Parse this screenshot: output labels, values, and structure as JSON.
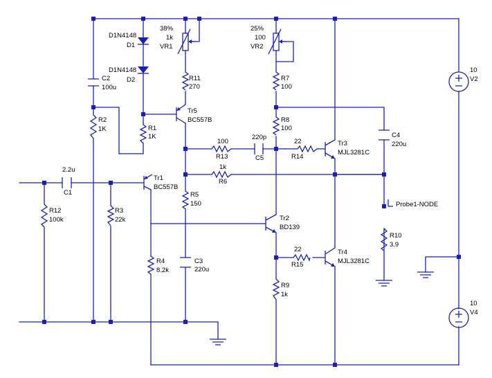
{
  "components": {
    "D1": {
      "model": "D1N4148",
      "ref": "D1"
    },
    "D2": {
      "model": "D1N4148",
      "ref": "D2"
    },
    "VR1": {
      "setting": "38%",
      "value": "1k",
      "ref": "VR1"
    },
    "VR2": {
      "setting": "25%",
      "value": "100",
      "ref": "VR2"
    },
    "C2": {
      "ref": "C2",
      "value": "100u"
    },
    "R2": {
      "ref": "R2",
      "value": "1K"
    },
    "R1": {
      "ref": "R1",
      "value": "1K"
    },
    "R11": {
      "ref": "R11",
      "value": "270"
    },
    "Tr5": {
      "ref": "Tr5",
      "model": "BC557B"
    },
    "R7": {
      "ref": "R7",
      "value": "100"
    },
    "R8": {
      "ref": "R8",
      "value": "100"
    },
    "R13": {
      "ref": "R13",
      "value": "100"
    },
    "C5": {
      "ref": "C5",
      "value": "220p"
    },
    "R14": {
      "ref": "R14",
      "value": "22"
    },
    "Tr3": {
      "ref": "Tr3",
      "model": "MJL3281C"
    },
    "C4": {
      "ref": "C4",
      "value": "220u"
    },
    "V2": {
      "ref": "V2",
      "value": "10"
    },
    "C1": {
      "ref": "C1",
      "value": "2.2u"
    },
    "R6": {
      "ref": "R6",
      "value": "1k"
    },
    "Tr1": {
      "ref": "Tr1",
      "model": "BC557B"
    },
    "R5": {
      "ref": "R5",
      "value": "150"
    },
    "R12": {
      "ref": "R12",
      "value": "100k"
    },
    "R3": {
      "ref": "R3",
      "value": "22k"
    },
    "Tr2": {
      "ref": "Tr2",
      "model": "BD139"
    },
    "Probe": {
      "label": "Probe1-NODE"
    },
    "R10": {
      "ref": "R10",
      "value": "3.9"
    },
    "R4": {
      "ref": "R4",
      "value": "8.2k"
    },
    "C3": {
      "ref": "C3",
      "value": "220u"
    },
    "R15": {
      "ref": "R15",
      "value": "22"
    },
    "Tr4": {
      "ref": "Tr4",
      "model": "MJL3281C"
    },
    "R9": {
      "ref": "R9",
      "value": "1k"
    },
    "V4": {
      "ref": "V4",
      "value": "10"
    }
  },
  "colors": {
    "wire": "#1b1fb8",
    "text": "#000000",
    "background": "#ffffff"
  }
}
